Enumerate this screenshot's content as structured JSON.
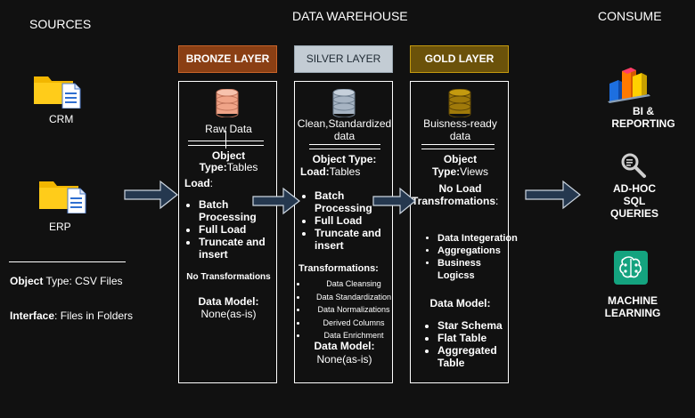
{
  "sources": {
    "title": "SOURCES",
    "crm_label": "CRM",
    "erp_label": "ERP",
    "object_type_key": "Object",
    "object_type_val": " Type: CSV Files",
    "interface_key": "Interface",
    "interface_val": ": Files in Folders",
    "icons": [
      "folder-icon",
      "folder-icon"
    ]
  },
  "warehouse": {
    "title": "DATA WAREHOUSE",
    "bronze": {
      "header": "BRONZE LAYER",
      "color": "#c8642a",
      "name": "Raw Data",
      "object_type_1": "Object",
      "object_type_2": "Type:",
      "object_type_val": "Tables",
      "load_title": "Load",
      "load_colon": ":",
      "load_items": [
        "Batch Processing",
        "Full Load",
        "Truncate and insert"
      ],
      "transform": "No Transformations",
      "model_title": "Data Model:",
      "model_val": "None(as-is)"
    },
    "silver": {
      "header": "SILVER LAYER",
      "color": "#9aa7b1",
      "name_1": "Clean,Standardized",
      "name_2": "data",
      "object_type": "Object Type:",
      "load_title": "Load:",
      "load_val": "Tables",
      "load_items": [
        "Batch Processing",
        "Full Load",
        "Truncate and insert"
      ],
      "transform_title": "Transformations:",
      "transform_items": [
        "Data Cleansing",
        "Data Standardization",
        "Data Normalizations",
        "Derived Columns",
        "Data Enrichment"
      ],
      "model_title": "Data Model:",
      "model_val": "None(as-is)"
    },
    "gold": {
      "header": "GOLD LAYER",
      "color": "#c49a0f",
      "name_1": "Buisness-ready",
      "name_2": "data",
      "object_1": "Object",
      "object_2": "Type:",
      "object_val": "Views",
      "no_load": "No Load",
      "transform_title": "Transfromations",
      "transform_colon": ":",
      "transform_items": [
        "Data Integeration",
        "Aggregations",
        "Business Logicss"
      ],
      "model_title": "Data Model:",
      "model_items": [
        "Star Schema",
        "Flat Table",
        "Aggregated Table"
      ]
    }
  },
  "consume": {
    "title": "CONSUME",
    "bi": [
      "BI &",
      "REPORTING"
    ],
    "adhoc": [
      "AD-HOC",
      "SQL",
      "QUERIES"
    ],
    "ml": [
      "MACHINE",
      "LEARNING"
    ],
    "icons": [
      "bar-chart-icon",
      "search-icon",
      "brain-icon"
    ]
  },
  "colors": {
    "background": "#111111",
    "arrow": "#25384f",
    "bronze_header": "#8a3f14",
    "silver_header": "#c3ccd4",
    "gold_header": "#6b520a"
  }
}
